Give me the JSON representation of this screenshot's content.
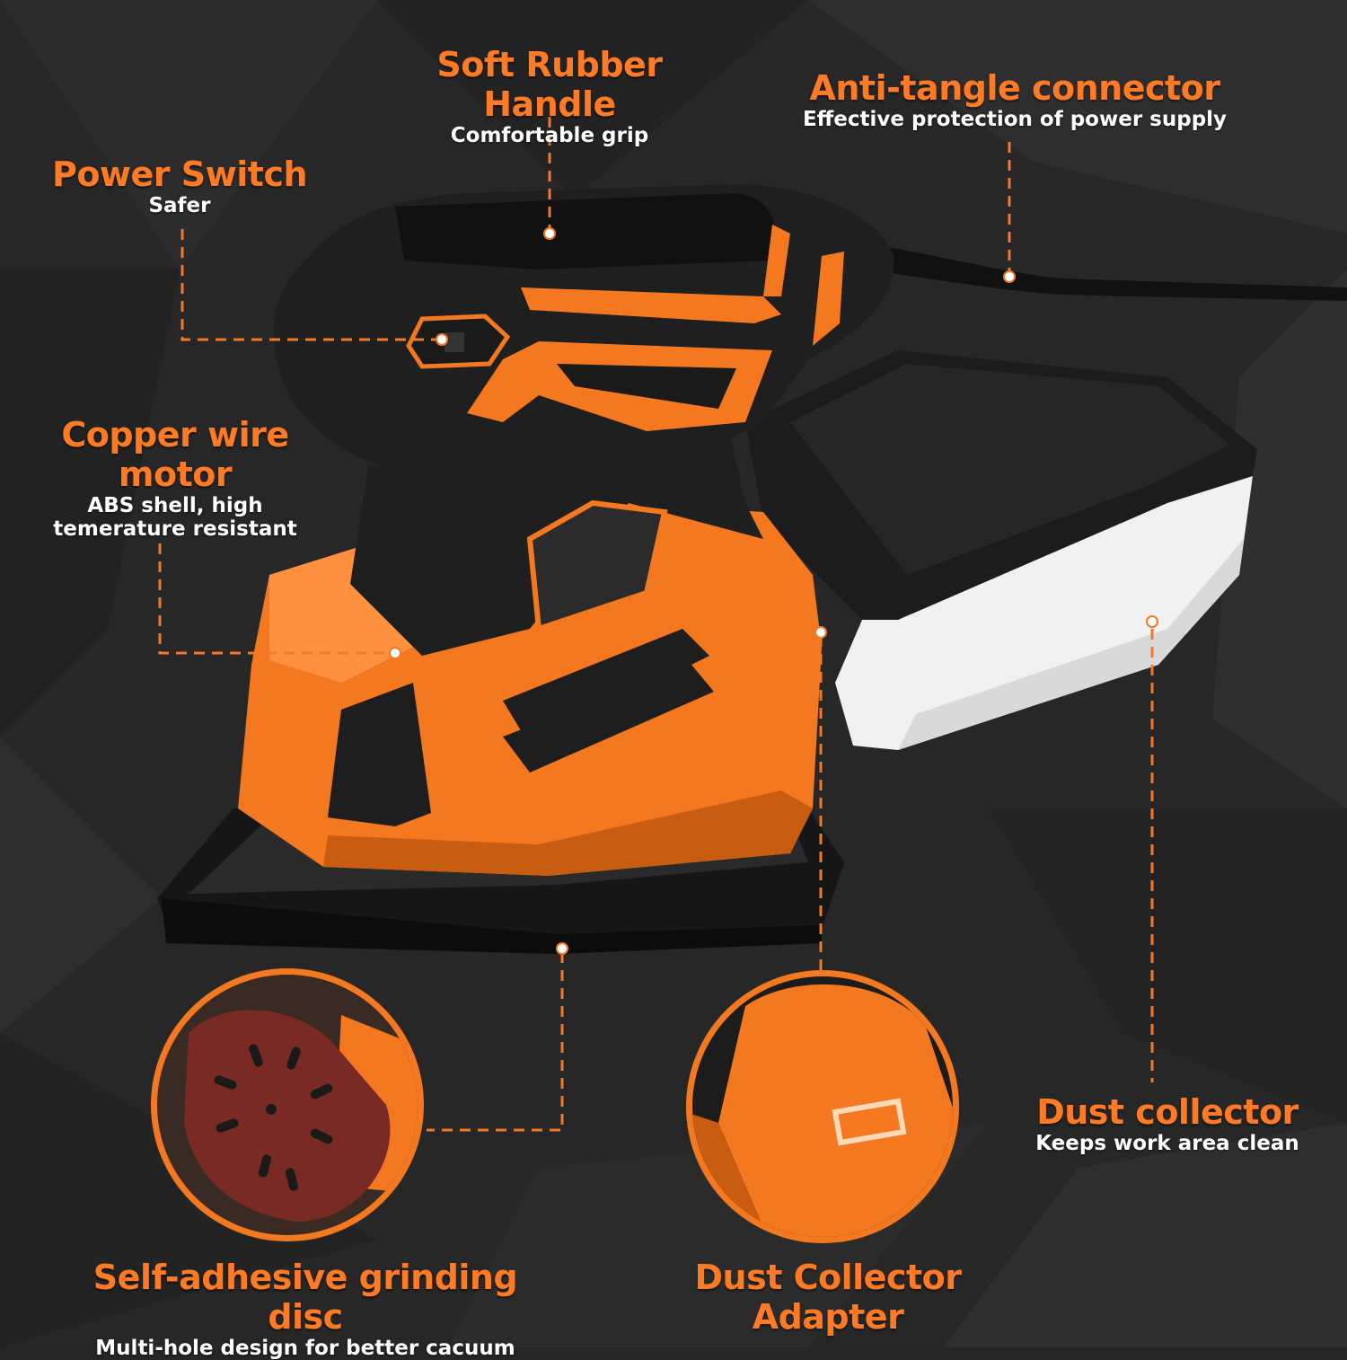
{
  "colors": {
    "accent": "#ff7a24",
    "background": "#262626",
    "body_orange": "#f47820",
    "body_black": "#1e1e1e",
    "dust_white": "#f2f2f2",
    "sandpaper": "#7a2a25"
  },
  "callouts": {
    "soft_rubber_handle": {
      "title": "Soft Rubber Handle",
      "subtitle": "Comfortable grip"
    },
    "anti_tangle_connector": {
      "title": "Anti-tangle connector",
      "subtitle": "Effective protection of power supply"
    },
    "power_switch": {
      "title": "Power Switch",
      "subtitle": "Safer"
    },
    "copper_wire_motor": {
      "title_line1": "Copper wire",
      "title_line2": "motor",
      "subtitle_line1": "ABS shell, high",
      "subtitle_line2": "temerature resistant"
    },
    "dust_collector": {
      "title": "Dust collector",
      "subtitle": "Keeps work area clean"
    },
    "grinding_disc": {
      "title": "Self-adhesive grinding disc",
      "subtitle": "Multi-hole design for better cacuum"
    },
    "dust_collector_adapter": {
      "title_line1": "Dust Collector",
      "title_line2": "Adapter"
    }
  },
  "icons": [
    "sander-illustration",
    "sanding-disc-icon",
    "adapter-closeup-icon"
  ]
}
